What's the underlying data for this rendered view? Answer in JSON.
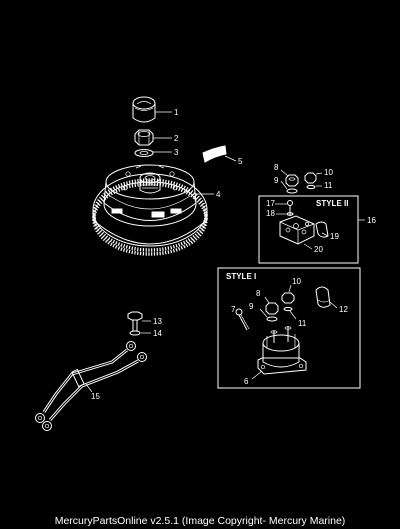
{
  "callouts": {
    "c1": "1",
    "c2": "2",
    "c3": "3",
    "c4": "4",
    "c5": "5",
    "c6": "6",
    "c7": "7",
    "c8": "8",
    "c8b": "8",
    "c9": "9",
    "c9b": "9",
    "c10": "10",
    "c10b": "10",
    "c11": "11",
    "c11b": "11",
    "c12": "12",
    "c13": "13",
    "c14": "14",
    "c15": "15",
    "c16": "16",
    "c17": "17",
    "c18": "18",
    "c19": "19",
    "c20": "20"
  },
  "styles": {
    "style_two": "STYLE II",
    "style_one": "STYLE I"
  },
  "footer": {
    "caption": "MercuryPartsOnline v2.5.1 (Image Copyright- Mercury Marine)"
  },
  "colors": {
    "background": "#000000",
    "ink": "#ffffff"
  }
}
